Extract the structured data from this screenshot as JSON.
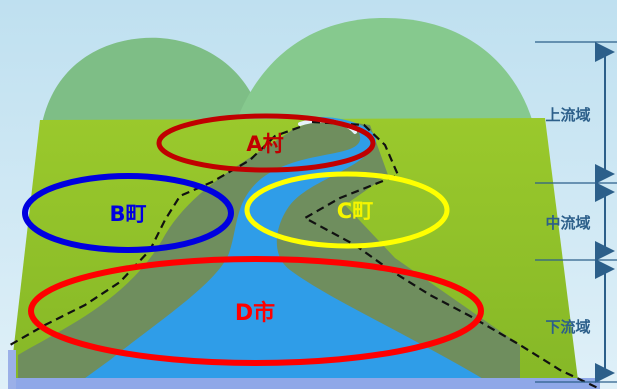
{
  "zones": {
    "upper": "上流域",
    "middle": "中流域",
    "lower": "下流域"
  },
  "areas": {
    "a": "A村",
    "b": "B町",
    "c": "C町",
    "d": "D市"
  },
  "colors": {
    "sky": "#c9e6f3",
    "far_hills": "#8fcf96",
    "ground": "#a2cc32",
    "valley": "#6f8e5e",
    "river": "#2f9de8",
    "river_edge": "#b8d6ee",
    "ring_a": "#c00000",
    "ring_b": "#0000e0",
    "ring_c": "#ffff00",
    "ring_d": "#ff0000",
    "zone_marker": "#2c5f8a"
  }
}
